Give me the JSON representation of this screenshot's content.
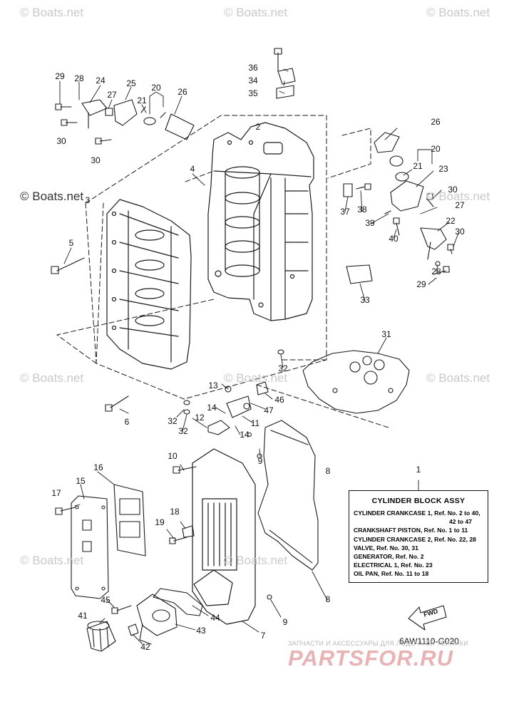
{
  "watermarks": {
    "faint": "© Boats.net",
    "strong": "© Boats.net"
  },
  "part_numbers": [
    "1",
    "2",
    "3",
    "4",
    "5",
    "6",
    "7",
    "8",
    "9",
    "10",
    "11",
    "12",
    "13",
    "14",
    "15",
    "16",
    "17",
    "18",
    "19",
    "20",
    "21",
    "22",
    "23",
    "24",
    "25",
    "26",
    "27",
    "28",
    "29",
    "30",
    "31",
    "32",
    "33",
    "34",
    "35",
    "36",
    "37",
    "38",
    "39",
    "40",
    "41",
    "42",
    "43",
    "44",
    "45",
    "46",
    "47"
  ],
  "legend": {
    "ref": "1",
    "title": "CYLINDER BLOCK ASSY",
    "lines": [
      "CYLINDER CRANKCASE 1, Ref. No. 2 to 40,",
      "42 to 47",
      "CRANKSHAFT PISTON, Ref. No. 1 to 11",
      "CYLINDER CRANKCASE 2, Ref. No. 22, 28",
      "VALVE, Ref. No. 30, 31",
      "GENERATOR, Ref. No. 2",
      "ELECTRICAL 1, Ref. No. 23",
      "OIL PAN, Ref. No. 11 to 18"
    ]
  },
  "fwd_label": "FWD",
  "drawing_code": "6AW1110-G020",
  "brand": {
    "tagline": "ЗАПЧАСТИ И АКСЕССУАРЫ ДЛЯ ЛОДОЧНОЙ ТЕХНИКИ",
    "name": "PARTSFOR.RU"
  }
}
